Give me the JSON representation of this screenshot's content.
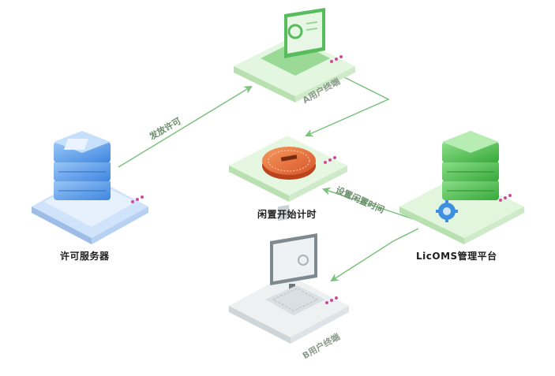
{
  "nodes": {
    "license_server": {
      "label": "许可服务器",
      "icon": "server-stack-icon",
      "color": "#5aa0ec"
    },
    "user_a": {
      "label": "A用户终端",
      "icon": "laptop-icon",
      "color": "#6fd07a"
    },
    "idle_timer": {
      "label": "闲置开始计时",
      "icon": "timer-dial-icon",
      "color": "#e8703a"
    },
    "licoms": {
      "label": "LicOMS管理平台",
      "icon": "server-stack-icon",
      "color": "#4fbf4a"
    },
    "user_b": {
      "label": "B用户终端",
      "icon": "desktop-monitor-icon",
      "color": "#9aa3a8"
    }
  },
  "edges": {
    "issue_license": {
      "label": "发放许可"
    },
    "set_idle_time": {
      "label": "设置闲置时间"
    }
  },
  "colors": {
    "arrow": "#7cc27c",
    "platform_green": "#eaf8e6",
    "platform_gray": "#eef1f2"
  }
}
